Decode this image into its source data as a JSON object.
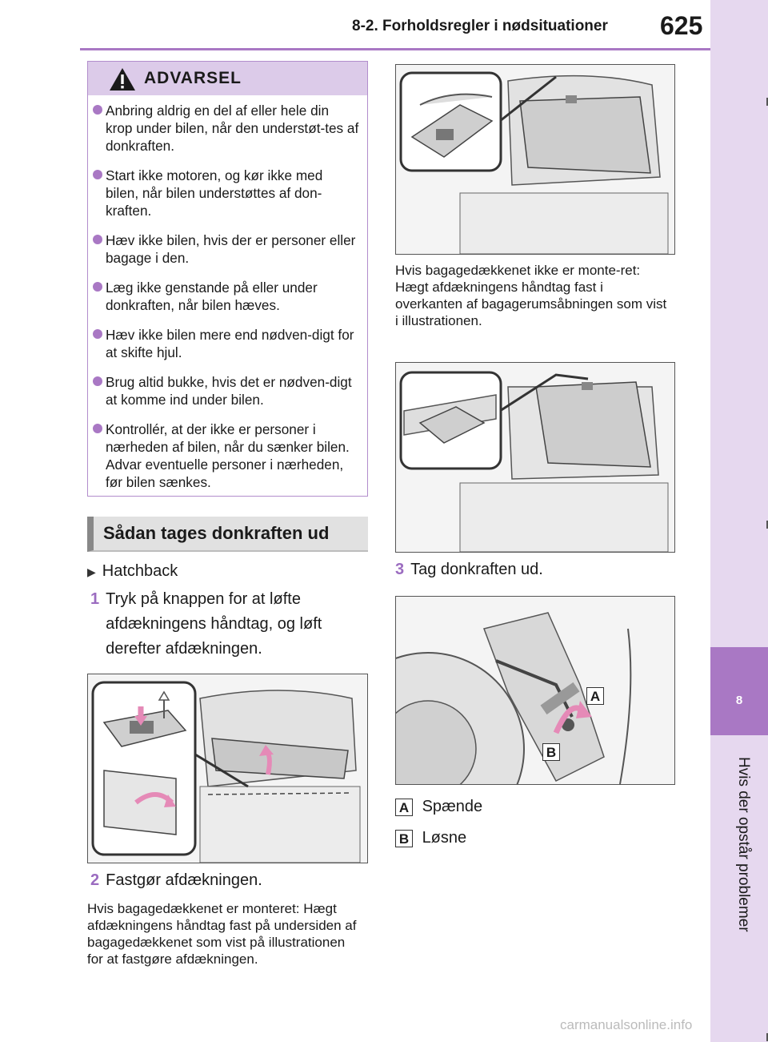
{
  "header": {
    "section_title": "8-2. Forholdsregler i nødsituationer",
    "page_number": "625"
  },
  "side_tab": {
    "chapter_number": "8",
    "chapter_title": "Hvis der opstår problemer"
  },
  "warning": {
    "label": "ADVARSEL",
    "items": [
      "Anbring aldrig en del af eller hele din krop under bilen, når den understøt-tes af donkraften.",
      "Start ikke motoren, og kør ikke med bilen, når bilen understøttes af don-kraften.",
      "Hæv ikke bilen, hvis der er personer eller bagage i den.",
      "Læg ikke genstande på eller under donkraften, når bilen hæves.",
      "Hæv ikke bilen mere end nødven-digt for at skifte hjul.",
      "Brug altid bukke, hvis det er nødven-digt at komme ind under bilen.",
      "Kontrollér, at der ikke er personer i nærheden af bilen, når du sænker bilen. Advar eventuelle personer i nærheden, før bilen sænkes."
    ]
  },
  "section_heading": "Sådan tages donkraften ud",
  "left_col": {
    "subhead": "Hatchback",
    "step1_num": "1",
    "step1_text": "Tryk på knappen for at løfte afdækningens håndtag, og løft derefter afdækningen.",
    "step2_num": "2",
    "step2_text": "Fastgør afdækningen.",
    "note": "Hvis bagagedækkenet er monteret: Hægt afdækningens håndtag fast på undersiden af bagagedækkenet som vist på illustrationen for at fastgøre afdækningen."
  },
  "right_col": {
    "note1": "Hvis bagagedækkenet ikke er monte-ret:\nHægt afdækningens håndtag fast i overkanten af bagagerumsåbningen som vist i illustrationen.",
    "step3_num": "3",
    "step3_text": "Tag donkraften ud.",
    "label_a": "A",
    "label_b": "B",
    "legend_a_text": "Spænde",
    "legend_b_text": "Løsne"
  },
  "watermark": "carmanualsonline.info",
  "colors": {
    "accent": "#a978c4",
    "accent_light": "#dccbe9",
    "tab_light": "#e6d8ef",
    "arrow_pink": "#e58ab7"
  }
}
